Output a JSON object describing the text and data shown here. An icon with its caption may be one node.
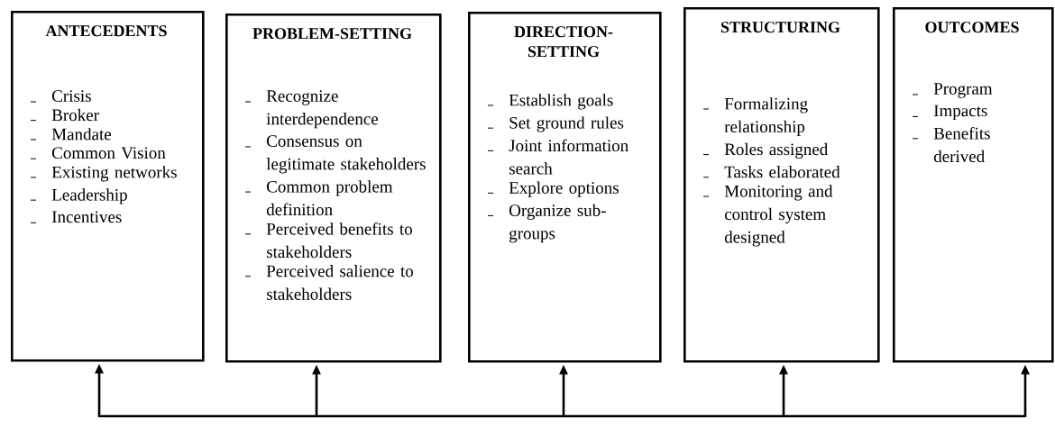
{
  "diagram": {
    "nodes": [
      {
        "text": [
          "ANTECEDENTS",
          "Crisis",
          "Broker",
          "Mandate",
          "Common Vision",
          "Existing networks",
          "Leadership",
          "Incentives"
        ]
      },
      {
        "text": [
          "PROBLEM-SETTING",
          "Recognize interdependence",
          "Consensus on legitimate stakeholders",
          "Common problem definition",
          "Perceived benefits to stakeholders",
          "Perceived salience to stakeholders"
        ]
      },
      {
        "text": [
          "DIRECTION-SETTING",
          "Establish goals",
          "Set ground rules",
          "Joint information search",
          "Explore options",
          "Organize sub-groups"
        ]
      },
      {
        "text": [
          "STRUCTURING",
          "Formalizing relationship",
          "Roles assigned",
          "Tasks elaborated",
          "Monitoring and control system designed"
        ]
      },
      {
        "text": [
          "OUTCOMES",
          "Program",
          "Impacts",
          "Benefits derived"
        ]
      }
    ],
    "edges": [
      {
        "from": null,
        "to": 0,
        "arrow": "to"
      },
      {
        "from": null,
        "to": 1,
        "arrow": "to"
      },
      {
        "from": null,
        "to": 2,
        "arrow": "to"
      },
      {
        "from": null,
        "to": 3,
        "arrow": "to"
      },
      {
        "from": null,
        "to": 4,
        "arrow": "to"
      }
    ]
  }
}
